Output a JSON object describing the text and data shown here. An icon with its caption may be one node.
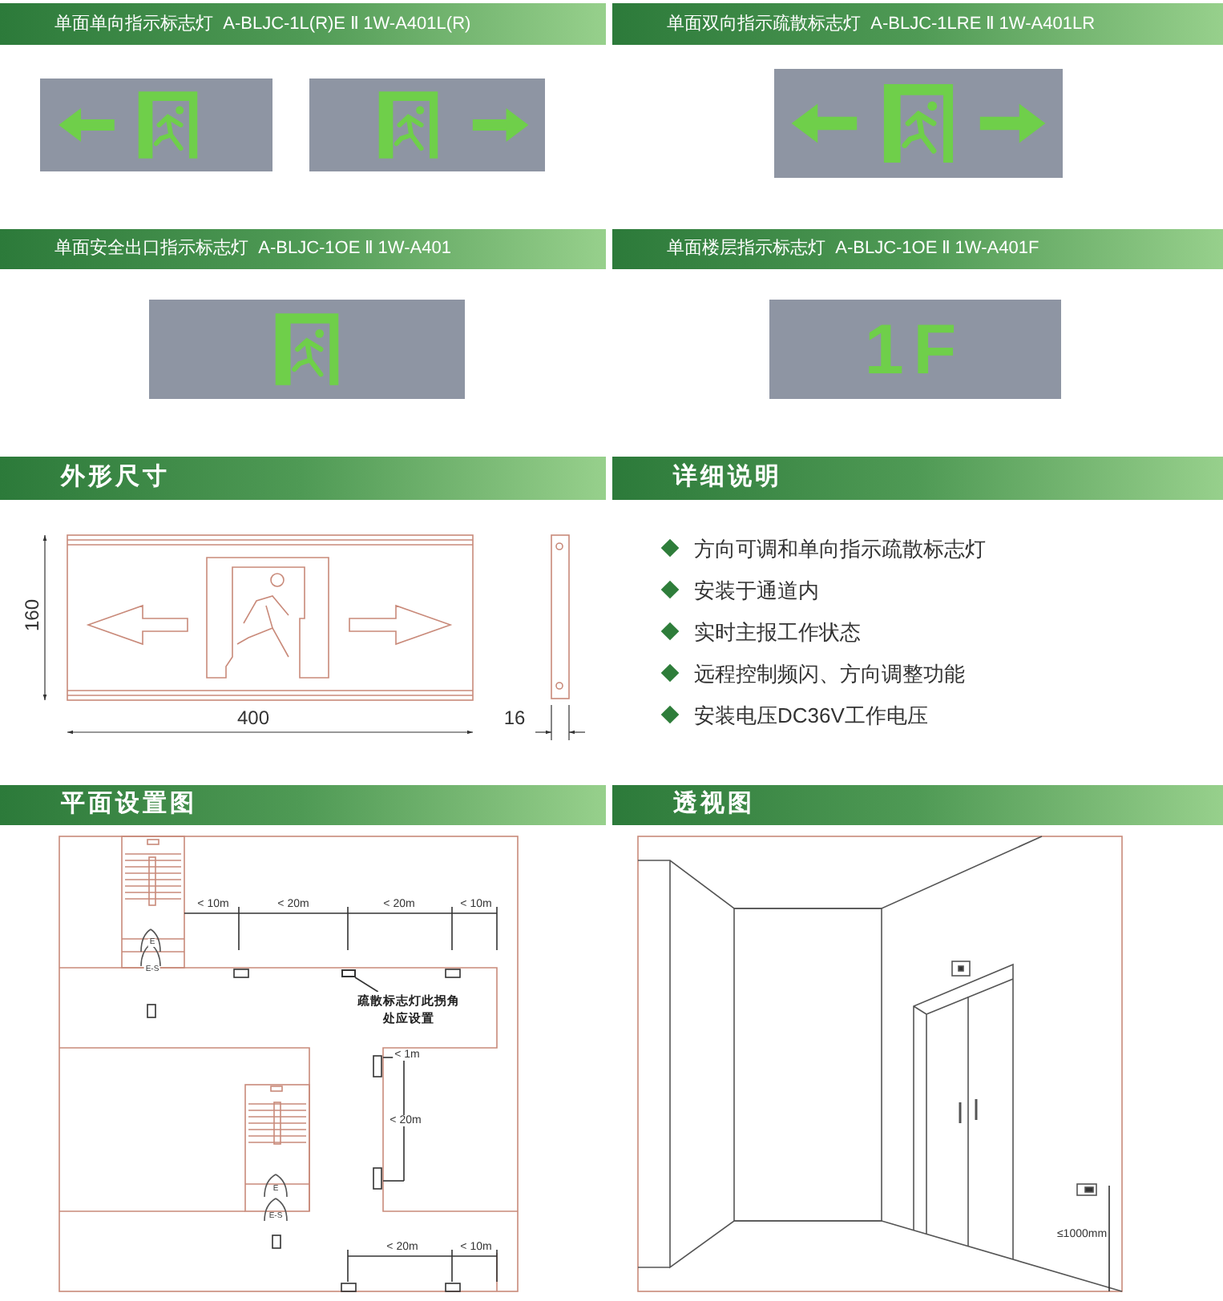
{
  "diagram": {
    "nodes": [
      {
        "text": [
          "单面单向指示标志灯  A-BLJC-1L(R)E Ⅱ 1W-A401L(R)"
        ]
      },
      {
        "text": [
          "单面双向指示疏散标志灯  A-BLJC-1LRE Ⅱ 1W-A401LR"
        ]
      },
      {
        "text": [
          "单面安全出口指示标志灯  A-BLJC-1OE Ⅱ 1W-A401"
        ]
      },
      {
        "text": [
          "单面楼层指示标志灯  A-BLJC-1OE Ⅱ 1W-A401F"
        ]
      },
      {
        "text": [
          "外形尺寸"
        ]
      },
      {
        "text": [
          "详细说明"
        ]
      },
      {
        "text": [
          "平面设置图"
        ]
      },
      {
        "text": [
          "透视图"
        ]
      },
      {
        "text": [
          "疏散标志灯此拐角处应设置"
        ]
      },
      {
        "text": [],
        "shape": "box"
      }
    ],
    "edges": [
      {
        "from": 8,
        "to": 9,
        "arrow": "none"
      }
    ],
    "labels": [
      "1F",
      "160",
      "400",
      "16",
      "方向可调和单向指示疏散标志灯",
      "安装于通道内",
      "实时主报工作状态",
      "远程控制频闪、方向调整功能",
      "安装电压DC36V工作电压",
      "< 10m",
      "< 20m",
      "< 20m",
      "< 10m",
      "E",
      "E-S",
      "< 1m",
      "< 20m",
      "E",
      "E-S",
      "< 20m",
      "< 10m",
      "≤1000mm"
    ]
  }
}
